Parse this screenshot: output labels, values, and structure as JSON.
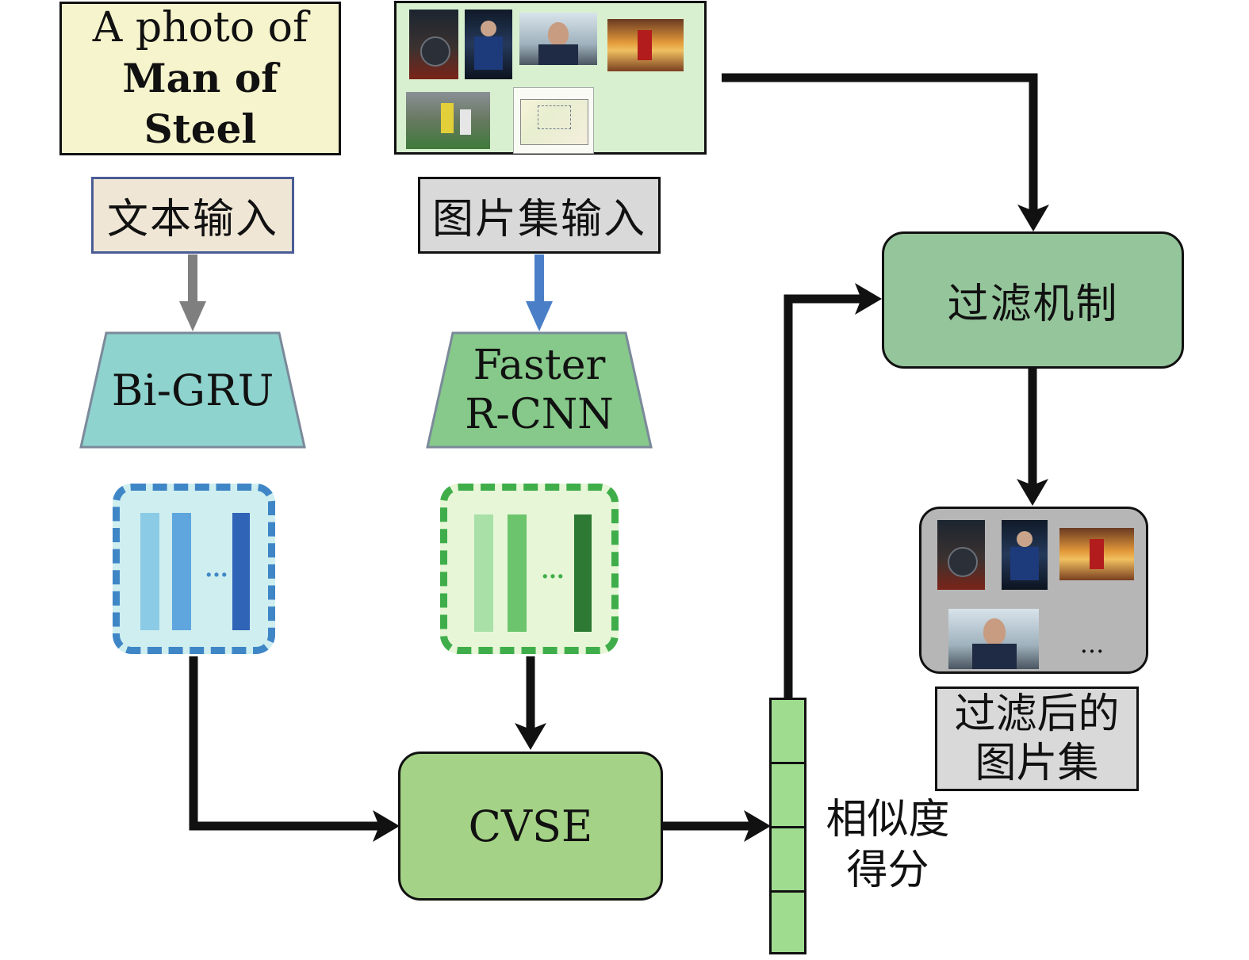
{
  "text_input": {
    "line1": "A photo of",
    "line2": "Man of Steel",
    "label": "文本输入"
  },
  "image_input": {
    "label": "图片集输入"
  },
  "encoders": {
    "text": "Bi-GRU",
    "image_line1": "Faster",
    "image_line2": "R-CNN"
  },
  "feature_dots": {
    "text": "...",
    "image": "..."
  },
  "cvse": {
    "label": "CVSE"
  },
  "similarity": {
    "line1": "相似度",
    "line2": "得分"
  },
  "filter": {
    "label": "过滤机制"
  },
  "filtered": {
    "ellipsis": "...",
    "line1": "过滤后的",
    "line2": "图片集"
  },
  "colors": {
    "text_box": "#f6f4cc",
    "image_panel": "#d8f0d0",
    "text_label": "#efe6d6",
    "image_label": "#d9d9d9",
    "bigru": "#8fd3ce",
    "faster_rcnn": "#86c98a",
    "cvse": "#a4d286",
    "filter": "#95c59b",
    "score_cell": "#9fdc90",
    "filtered_panel": "#b6b6b6",
    "arrow": "#111111",
    "arrow_gray": "#7f7f7f",
    "arrow_blue": "#4a7fc8"
  }
}
